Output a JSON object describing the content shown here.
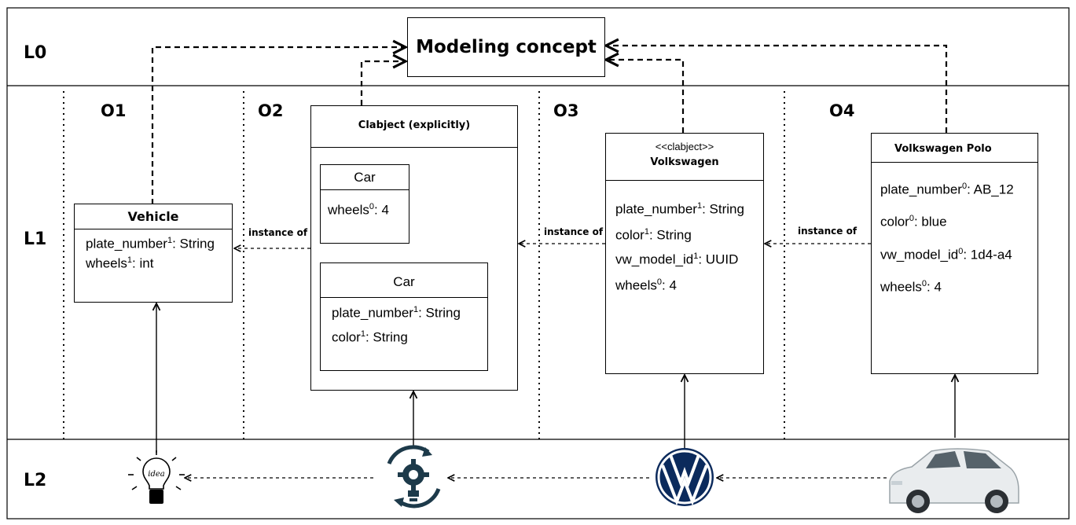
{
  "layers": {
    "l0": "L0",
    "l1": "L1",
    "l2": "L2"
  },
  "columns": {
    "o1": "O1",
    "o2": "O2",
    "o3": "O3",
    "o4": "O4"
  },
  "modeling_concept": "Modeling concept",
  "vehicle": {
    "title": "Vehicle",
    "attrs": [
      {
        "name": "plate_number",
        "sup": "1",
        "rest": ": String"
      },
      {
        "name": "wheels",
        "sup": "1",
        "rest": ": int"
      }
    ]
  },
  "clabject_explicit": {
    "title": "Clabject (explicitly)",
    "car_object": {
      "title": "Car",
      "attrs": [
        {
          "name": "wheels",
          "sup": "0",
          "rest": ": 4"
        }
      ]
    },
    "car_class": {
      "title": "Car",
      "attrs": [
        {
          "name": "plate_number",
          "sup": "1",
          "rest": ": String"
        },
        {
          "name": "color",
          "sup": "1",
          "rest": ": String"
        }
      ]
    }
  },
  "volkswagen": {
    "stereotype": "<<clabject>>",
    "title": "Volkswagen",
    "attrs": [
      {
        "name": "plate_number",
        "sup": "1",
        "rest": ": String"
      },
      {
        "name": "color",
        "sup": "1",
        "rest": ": String"
      },
      {
        "name": "vw_model_id",
        "sup": "1",
        "rest": ": UUID"
      },
      {
        "name": "wheels",
        "sup": "0",
        "rest": ": 4"
      }
    ]
  },
  "polo": {
    "title": "Volkswagen Polo",
    "attrs": [
      {
        "name": "plate_number",
        "sup": "0",
        "rest": ": AB_12"
      },
      {
        "name": "color",
        "sup": "0",
        "rest": ": blue"
      },
      {
        "name": "vw_model_id",
        "sup": "0",
        "rest": ": 1d4-a4"
      },
      {
        "name": "wheels",
        "sup": "0",
        "rest": ": 4"
      }
    ]
  },
  "edge_labels": {
    "e1": "instance of",
    "e2": "instance of",
    "e3": "instance of"
  },
  "icons": {
    "i1": "idea-bulb-icon",
    "i2": "gear-cycle-icon",
    "i3": "volkswagen-logo-icon",
    "i4": "car-photo-icon"
  },
  "bulb_text": "idea",
  "colors": {
    "stroke": "#000000",
    "vw_blue": "#0b2a5c",
    "gear_dark": "#1d3a4a"
  }
}
